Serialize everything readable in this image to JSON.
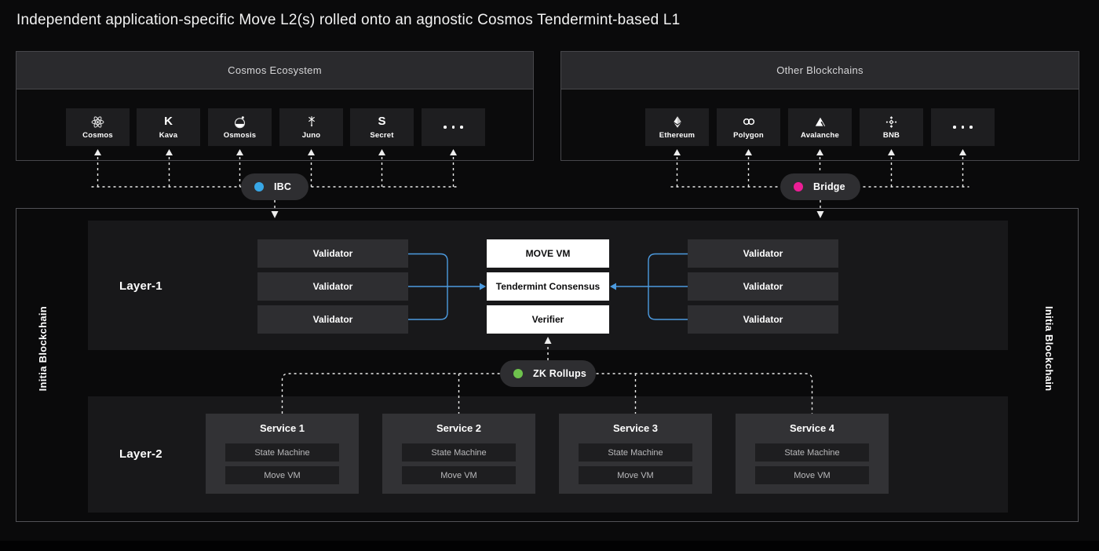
{
  "title": "Independent application-specific Move L2(s) rolled onto an agnostic Cosmos Tendermint-based L1",
  "cosmos_panel": {
    "title": "Cosmos Ecosystem",
    "chains": [
      {
        "label": "Cosmos",
        "icon": "cosmos-atom-icon"
      },
      {
        "label": "Kava",
        "icon": "kava-k-icon",
        "glyph": "K"
      },
      {
        "label": "Osmosis",
        "icon": "osmosis-flask-icon"
      },
      {
        "label": "Juno",
        "icon": "juno-spark-icon"
      },
      {
        "label": "Secret",
        "icon": "secret-s-icon",
        "glyph": "S"
      },
      {
        "label": "",
        "icon": "ellipsis-icon"
      }
    ]
  },
  "other_panel": {
    "title": "Other Blockchains",
    "chains": [
      {
        "label": "Ethereum",
        "icon": "ethereum-icon"
      },
      {
        "label": "Polygon",
        "icon": "polygon-icon"
      },
      {
        "label": "Avalanche",
        "icon": "avalanche-icon"
      },
      {
        "label": "BNB",
        "icon": "bnb-icon"
      },
      {
        "label": "",
        "icon": "ellipsis-icon"
      }
    ]
  },
  "connectors": {
    "ibc": {
      "label": "IBC"
    },
    "bridge": {
      "label": "Bridge"
    },
    "zk": {
      "label": "ZK Rollups"
    }
  },
  "initia": {
    "left_label": "Initia Blockchain",
    "right_label": "Initia Blockchain",
    "layer1": {
      "label": "Layer-1",
      "left_validators": [
        "Validator",
        "Validator",
        "Validator"
      ],
      "right_validators": [
        "Validator",
        "Validator",
        "Validator"
      ],
      "core": [
        "MOVE VM",
        "Tendermint Consensus",
        "Verifier"
      ]
    },
    "layer2": {
      "label": "Layer-2",
      "services": [
        {
          "title": "Service 1",
          "components": [
            "State Machine",
            "Move VM"
          ]
        },
        {
          "title": "Service 2",
          "components": [
            "State Machine",
            "Move VM"
          ]
        },
        {
          "title": "Service 3",
          "components": [
            "State Machine",
            "Move VM"
          ]
        },
        {
          "title": "Service 4",
          "components": [
            "State Machine",
            "Move VM"
          ]
        }
      ]
    }
  },
  "colors": {
    "ibc_dot": "#38a7e6",
    "bridge_dot": "#ec1e96",
    "zk_dot": "#6ec24d",
    "blue_connector": "#4c9be0",
    "dashed_connector": "#ededed",
    "accent_bg": "#18181a"
  }
}
